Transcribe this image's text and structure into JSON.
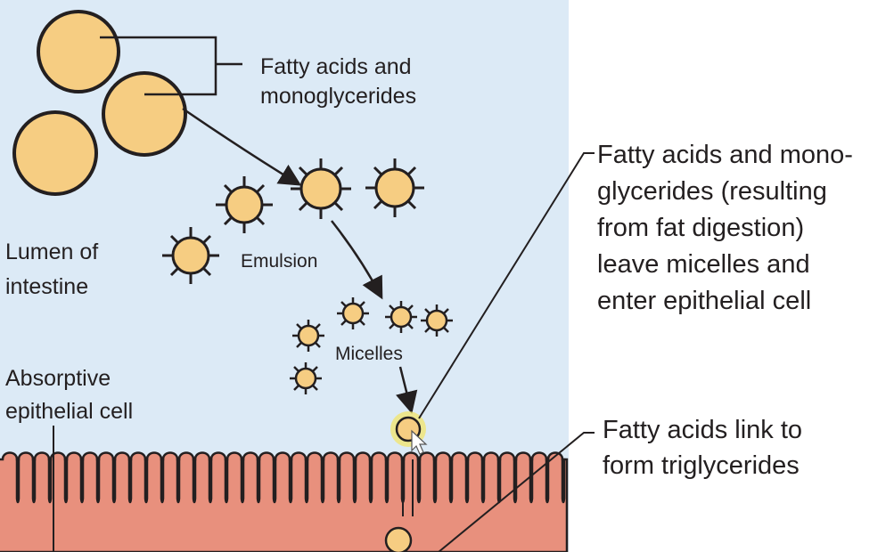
{
  "colors": {
    "lumen": "#dceaf6",
    "panel": "#ffffff",
    "droplet_fill": "#f6cd82",
    "cell": "#e8907d",
    "line": "#231f20",
    "cursor_highlight": "#f3e46a"
  },
  "labels": {
    "fatty_acids_mono_1": "Fatty acids and",
    "fatty_acids_mono_2": "monoglycerides",
    "lumen_1": "Lumen of",
    "lumen_2": "intestine",
    "emulsion": "Emulsion",
    "micelles": "Micelles",
    "absorptive_1": "Absorptive",
    "absorptive_2": "epithelial cell"
  },
  "side_notes": {
    "leave_micelles": [
      "Fatty acids and mono-",
      "glycerides (resulting",
      "from fat digestion)",
      "leave micelles and",
      "enter epithelial cell"
    ],
    "link": [
      "Fatty acids link to",
      "form triglycerides"
    ]
  },
  "icons": {
    "droplet": "fat-droplet-icon",
    "emulsion_particle": "emulsion-particle-icon",
    "micelle": "micelle-icon",
    "cursor": "mouse-pointer-icon"
  }
}
